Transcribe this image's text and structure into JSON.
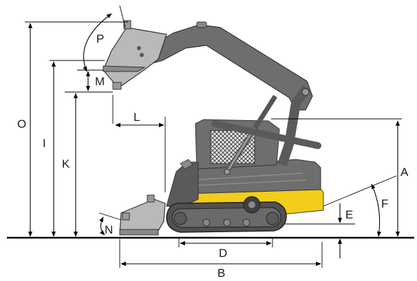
{
  "diagram": {
    "dimension_labels": {
      "A": "A",
      "B": "B",
      "D": "D",
      "E": "E",
      "F": "F",
      "I": "I",
      "K": "K",
      "L": "L",
      "M": "M",
      "N": "N",
      "O": "O",
      "P": "P"
    },
    "colors": {
      "body_gray": "#6e6e6e",
      "dark_gray": "#4a4a4a",
      "light_gray": "#b9b9b9",
      "yellow": "#f2cd1a",
      "track": "#505050",
      "ground": "#000000"
    }
  }
}
